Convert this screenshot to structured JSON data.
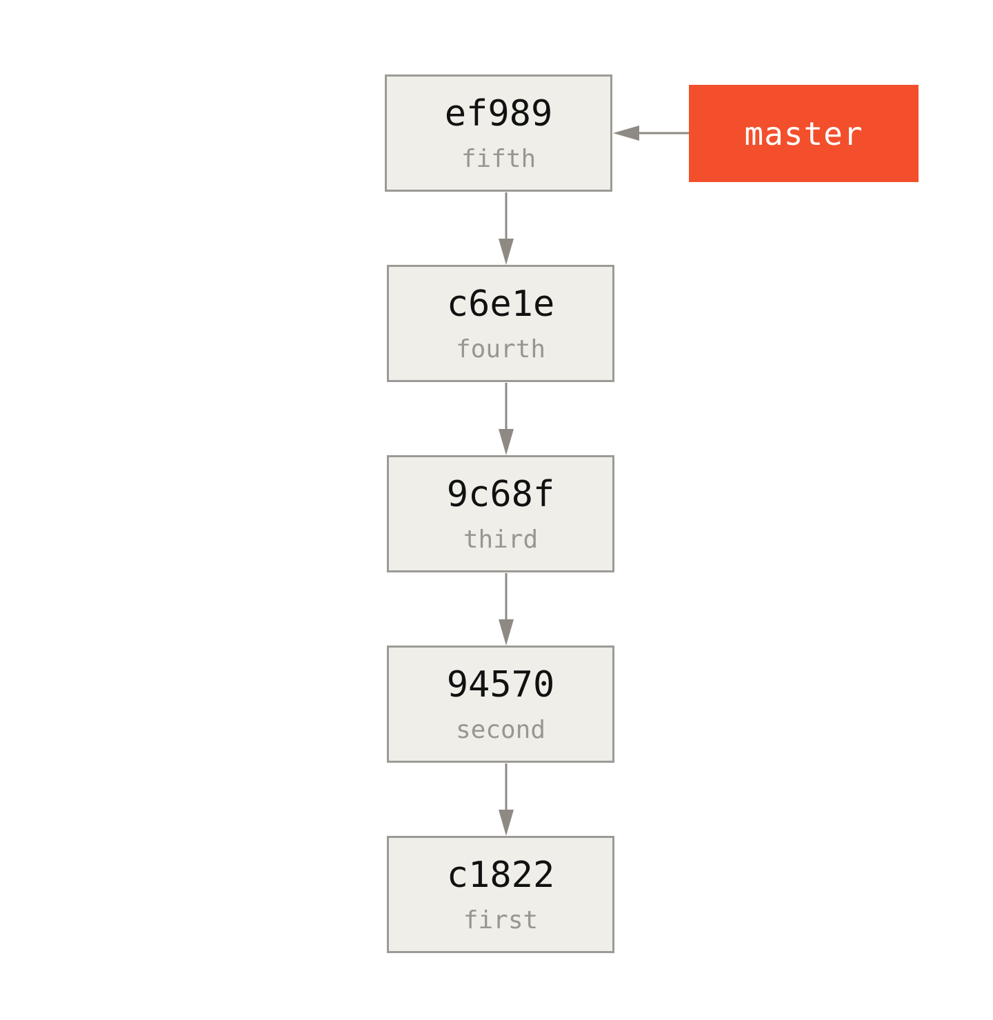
{
  "colors": {
    "commit_fill": "#efeee8",
    "commit_border": "#9b9a96",
    "hash_text": "#111111",
    "message_text": "#98968f",
    "branch_fill": "#f34f2c",
    "branch_text": "#ffffff",
    "arrow": "#8e8a83"
  },
  "commits": [
    {
      "hash": "ef989",
      "message": "fifth"
    },
    {
      "hash": "c6e1e",
      "message": "fourth"
    },
    {
      "hash": "9c68f",
      "message": "third"
    },
    {
      "hash": "94570",
      "message": "second"
    },
    {
      "hash": "c1822",
      "message": "first"
    }
  ],
  "branch": {
    "name": "master",
    "points_to": "ef989"
  }
}
